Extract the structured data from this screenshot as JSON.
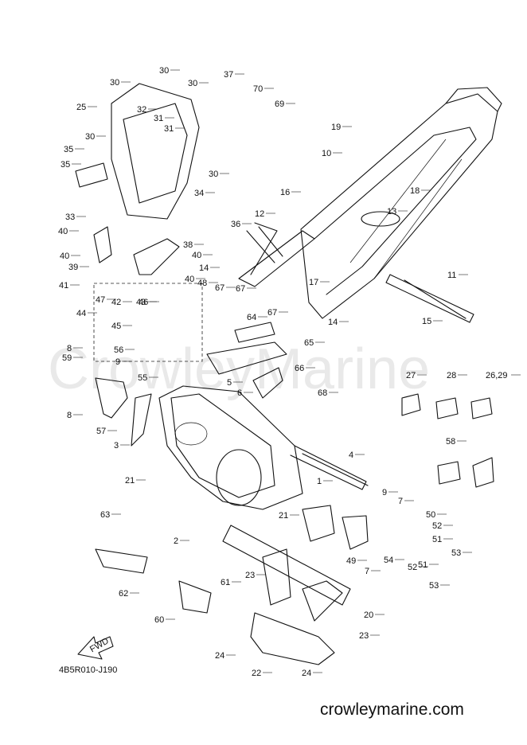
{
  "diagram": {
    "watermark": "CrowleyMarine",
    "fwd_label": "FWD",
    "footer_code": "4B5R010-J190",
    "site_url": "crowleymarine.com",
    "callouts": [
      "1",
      "2",
      "3",
      "4",
      "5",
      "6",
      "7",
      "7",
      "8",
      "8",
      "9",
      "9",
      "10",
      "11",
      "12",
      "13",
      "14",
      "14",
      "15",
      "16",
      "17",
      "18",
      "19",
      "20",
      "21",
      "21",
      "22",
      "23",
      "23",
      "24",
      "24",
      "25",
      "26,29",
      "27",
      "28",
      "30",
      "30",
      "30",
      "30",
      "30",
      "31",
      "31",
      "32",
      "33",
      "34",
      "35",
      "35",
      "36",
      "37",
      "38",
      "39",
      "40",
      "40",
      "40",
      "40",
      "41",
      "42",
      "43",
      "44",
      "45",
      "46",
      "47",
      "48",
      "49",
      "50",
      "51",
      "51",
      "52",
      "52",
      "53",
      "53",
      "54",
      "55",
      "56",
      "57",
      "58",
      "59",
      "60",
      "61",
      "62",
      "63",
      "64",
      "65",
      "66",
      "67",
      "67",
      "67",
      "68",
      "69",
      "70"
    ]
  }
}
